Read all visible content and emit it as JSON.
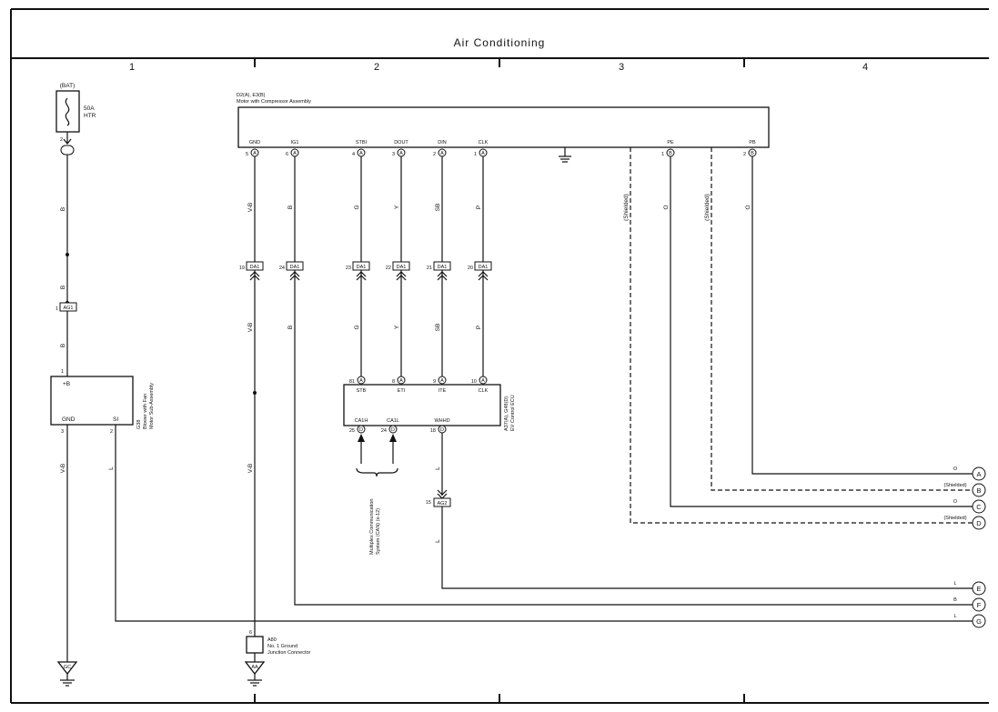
{
  "title": "Air Conditioning",
  "columns": [
    "1",
    "2",
    "3",
    "4"
  ],
  "components": {
    "fuse": {
      "source": "(BAT)",
      "rating": "50A",
      "name": "HTR",
      "pin": "2"
    },
    "compressor": {
      "ref": "D2(A), E3(B)",
      "name": "Motor with Compressor Assembly",
      "pins": [
        {
          "label": "GND",
          "num": "5",
          "conn": "A"
        },
        {
          "label": "IG1",
          "num": "6",
          "conn": "A"
        },
        {
          "label": "STBI",
          "num": "4",
          "conn": "A"
        },
        {
          "label": "DOUT",
          "num": "3",
          "conn": "A"
        },
        {
          "label": "DIN",
          "num": "2",
          "conn": "A"
        },
        {
          "label": "CLK",
          "num": "1",
          "conn": "A"
        },
        {
          "label": "PE",
          "num": "1",
          "conn": "B"
        },
        {
          "label": "PB",
          "num": "2",
          "conn": "B"
        }
      ]
    },
    "blower": {
      "ref": "G38",
      "name1": "Blower with Fan",
      "name2": "Motor Sub-Assembly",
      "pin_plus": "+B",
      "pin_plus_num": "1",
      "pin_gnd": "GND",
      "pin_gnd_num": "3",
      "pin_si": "SI",
      "pin_si_num": "2"
    },
    "ecu": {
      "ref": "A37(A), G48(D)",
      "name": "EV Control ECU",
      "top_pins": [
        {
          "label": "STB",
          "num": "81",
          "conn": "A"
        },
        {
          "label": "ETI",
          "num": "8",
          "conn": "A"
        },
        {
          "label": "ITE",
          "num": "9",
          "conn": "A"
        },
        {
          "label": "CLK",
          "num": "10",
          "conn": "A"
        }
      ],
      "bottom_pins": [
        {
          "label": "CA1H",
          "num": "25",
          "conn": "D"
        },
        {
          "label": "CA1L",
          "num": "24",
          "conn": "D"
        },
        {
          "label": "WHHD",
          "num": "18",
          "conn": "D"
        }
      ]
    },
    "junction": {
      "ref": "A80",
      "name1": "No. 1 Ground",
      "name2": "Junction Connector",
      "pin": "6"
    },
    "multiplex_note1": "Multiplex Communication",
    "multiplex_note2": "System (CAN) (s-12)"
  },
  "connectors": {
    "ag1": {
      "name": "AG1",
      "pin": "1"
    },
    "ag2": {
      "name": "AG2",
      "pin": "15"
    },
    "da1": [
      {
        "name": "DA1",
        "pin": "19"
      },
      {
        "name": "DA1",
        "pin": "24"
      },
      {
        "name": "DA1",
        "pin": "23"
      },
      {
        "name": "DA1",
        "pin": "22"
      },
      {
        "name": "DA1",
        "pin": "21"
      },
      {
        "name": "DA1",
        "pin": "20"
      }
    ]
  },
  "wire_colors": {
    "fuse_blower_1": "B",
    "fuse_blower_2": "B",
    "fuse_blower_3": "B",
    "blower_gnd": "V-B",
    "blower_si": "L",
    "gnd_upper": "V-B",
    "gnd_mid": "V-B",
    "gnd_lower": "V-B",
    "ig1_upper": "B",
    "ig1_lower": "B",
    "stbi_upper": "G",
    "stbi_lower": "G",
    "dout_upper": "Y",
    "dout_lower": "Y",
    "din_upper": "SB",
    "din_lower": "SB",
    "clk_upper": "P",
    "clk_lower": "P",
    "pe": "O",
    "pb": "O",
    "shield1": "(Shielded)",
    "shield2": "(Shielded)",
    "whhd": "L",
    "ag2_out": "L"
  },
  "terminals": [
    {
      "id": "A",
      "wire": "O"
    },
    {
      "id": "B",
      "wire": "(Shielded)"
    },
    {
      "id": "C",
      "wire": "O"
    },
    {
      "id": "D",
      "wire": "(Shielded)"
    },
    {
      "id": "E",
      "wire": "L"
    },
    {
      "id": "F",
      "wire": "B"
    },
    {
      "id": "G",
      "wire": "L"
    }
  ],
  "grounds": [
    {
      "name": "GC"
    },
    {
      "name": "AA"
    }
  ]
}
